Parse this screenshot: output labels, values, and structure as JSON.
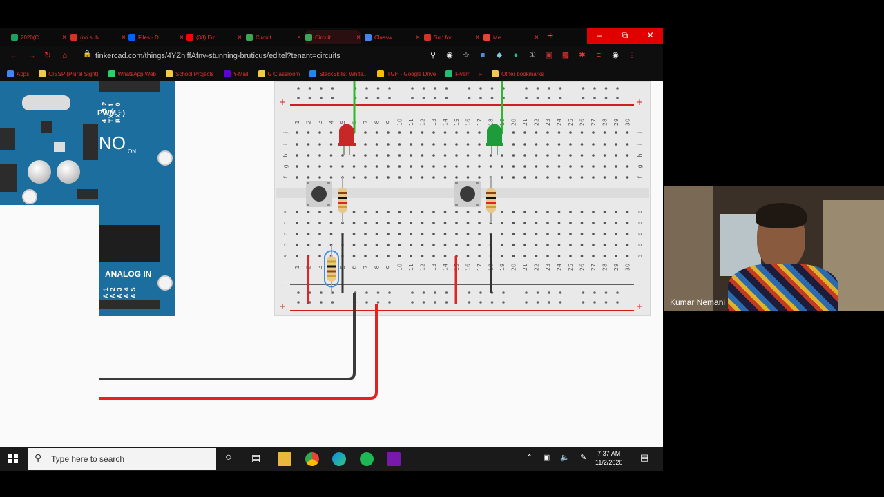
{
  "browser": {
    "tabs": [
      {
        "label": "2020(C",
        "color": "#1aa260"
      },
      {
        "label": "(no sub",
        "color": "#d93025"
      },
      {
        "label": "Files - D",
        "color": "#0061fe"
      },
      {
        "label": "(38) Em",
        "color": "#ff0000"
      },
      {
        "label": "Circuit",
        "color": "#3aa757"
      },
      {
        "label": "Circuit",
        "color": "#3aa757"
      },
      {
        "label": "Classw",
        "color": "#4285f4"
      },
      {
        "label": "Sub for",
        "color": "#d93025"
      },
      {
        "label": "Me",
        "color": "#ea4335"
      }
    ],
    "active_tab_index": 5,
    "new_tab_icon": "+",
    "url": "tinkercad.com/things/4YZniffAfnv-stunning-bruticus/editel?tenant=circuits",
    "window_controls": {
      "minimize": "–",
      "restore": "⧉",
      "close": "✕"
    },
    "bookmarks": [
      {
        "label": "Apps",
        "color": "#4285f4"
      },
      {
        "label": "CISSP (Plural Sight)",
        "color": "#f2c94c"
      },
      {
        "label": "WhatsApp Web",
        "color": "#25d366"
      },
      {
        "label": "School Projects",
        "color": "#f2c94c"
      },
      {
        "label": "Y-Mail",
        "color": "#6001d2"
      },
      {
        "label": "G Classroom",
        "color": "#f2c94c"
      },
      {
        "label": "StackSkills: White...",
        "color": "#1e88e5"
      },
      {
        "label": "TGH - Google Drive",
        "color": "#fbbc04"
      },
      {
        "label": "Fiverr",
        "color": "#1dbf73"
      },
      {
        "label": "»",
        "color": ""
      },
      {
        "label": "Other bookmarks",
        "color": "#f2c94c"
      }
    ]
  },
  "arduino": {
    "pwm_label": "PWM ~)",
    "header_pins": "4  ~3  2  TX→1  RX←0",
    "uno_label": "NO",
    "on_label": "ON",
    "analog_label": "ANALOG IN",
    "analog_pins": "A1 A2 A3 A4 A5"
  },
  "breadboard": {
    "column_numbers_top": [
      "1",
      "2",
      "3",
      "4",
      "5",
      "6",
      "7",
      "8",
      "9",
      "10",
      "11",
      "12",
      "13",
      "14",
      "15",
      "16",
      "17",
      "18",
      "19",
      "20",
      "21",
      "22",
      "23",
      "24",
      "25",
      "26",
      "27",
      "28",
      "29",
      "30"
    ],
    "row_letters_top": [
      "j",
      "i",
      "h",
      "g",
      "f"
    ],
    "row_letters_bottom": [
      "e",
      "d",
      "c",
      "b",
      "a"
    ],
    "rail_plus": "+",
    "rail_minus": "–",
    "led_colors": {
      "red": "#c62828",
      "green": "#1e9c3c"
    }
  },
  "webcam": {
    "participant_name": "Kumar Nemani"
  },
  "taskbar": {
    "search_placeholder": "Type here to search",
    "time": "7:37 AM",
    "date": "11/2/2020"
  }
}
